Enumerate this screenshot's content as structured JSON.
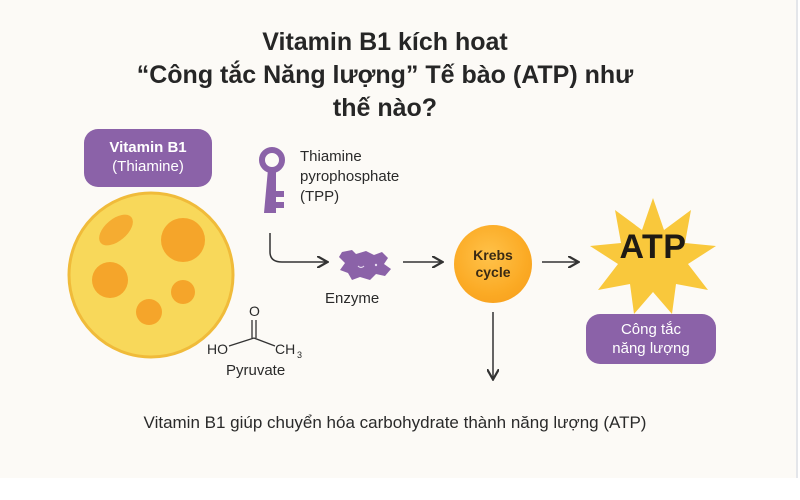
{
  "title": {
    "line1": "Vitamin B1 kích hoat",
    "line2": "“Công tắc Năng lượng” Tế bào (ATP) như",
    "line3": "thế nào?"
  },
  "vitamin_label": {
    "name": "Vitamin B1",
    "subname": "(Thiamine)"
  },
  "tpp_label": {
    "line1": "Thiamine",
    "line2": "pyrophosphate",
    "line3": "(TPP)"
  },
  "enzyme_label": "Enzyme",
  "krebs_label": {
    "line1": "Krebs",
    "line2": "cycle"
  },
  "atp_label": "ATP",
  "switch_label": {
    "line1": "Công tắc",
    "line2": "năng lượng"
  },
  "pyruvate": {
    "oxygen": "O",
    "hydroxyl": "HO",
    "methyl": "CH",
    "methyl_sub": "3",
    "name": "Pyruvate"
  },
  "footer_text": "Vitamin B1 giúp chuyển hóa carbohydrate thành năng lượng (ATP)",
  "icons": {
    "cell": "cell-icon",
    "key": "key-icon",
    "enzyme": "enzyme-icon",
    "star": "starburst-icon"
  },
  "colors": {
    "background": "#fcfaf6",
    "purple": "#8b62a8",
    "cell_yellow": "#f8d85a",
    "organelle_orange": "#f5a52a",
    "krebs_orange": "#fbaa24",
    "atp_yellow": "#f9c83c",
    "text": "#232323"
  }
}
